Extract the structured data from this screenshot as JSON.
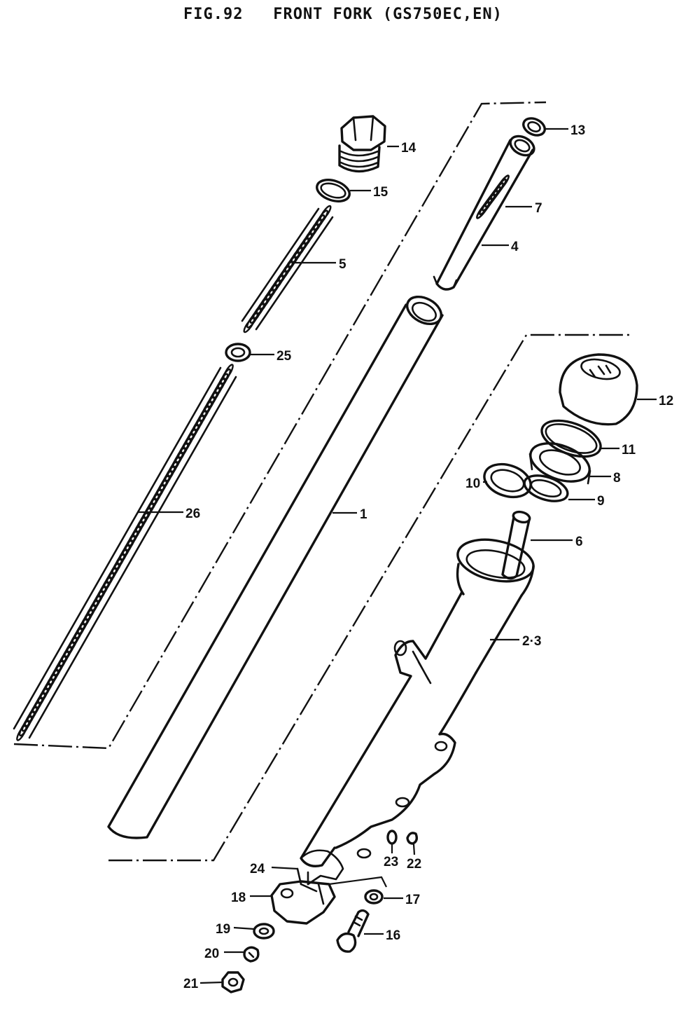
{
  "title": "FIG.92   FRONT FORK (GS750EC,EN)",
  "parts": [
    {
      "id": "p1",
      "label": "1"
    },
    {
      "id": "p23",
      "label": "2·3"
    },
    {
      "id": "p4",
      "label": "4"
    },
    {
      "id": "p5",
      "label": "5"
    },
    {
      "id": "p6",
      "label": "6"
    },
    {
      "id": "p7",
      "label": "7"
    },
    {
      "id": "p8",
      "label": "8"
    },
    {
      "id": "p9",
      "label": "9"
    },
    {
      "id": "p10",
      "label": "10"
    },
    {
      "id": "p11",
      "label": "11"
    },
    {
      "id": "p12",
      "label": "12"
    },
    {
      "id": "p13",
      "label": "13"
    },
    {
      "id": "p14",
      "label": "14"
    },
    {
      "id": "p15",
      "label": "15"
    },
    {
      "id": "p16",
      "label": "16"
    },
    {
      "id": "p17",
      "label": "17"
    },
    {
      "id": "p18",
      "label": "18"
    },
    {
      "id": "p19",
      "label": "19"
    },
    {
      "id": "p20",
      "label": "20"
    },
    {
      "id": "p21",
      "label": "21"
    },
    {
      "id": "p22",
      "label": "22"
    },
    {
      "id": "p23b",
      "label": "23"
    },
    {
      "id": "p24",
      "label": "24"
    },
    {
      "id": "p25",
      "label": "25"
    },
    {
      "id": "p26",
      "label": "26"
    }
  ]
}
